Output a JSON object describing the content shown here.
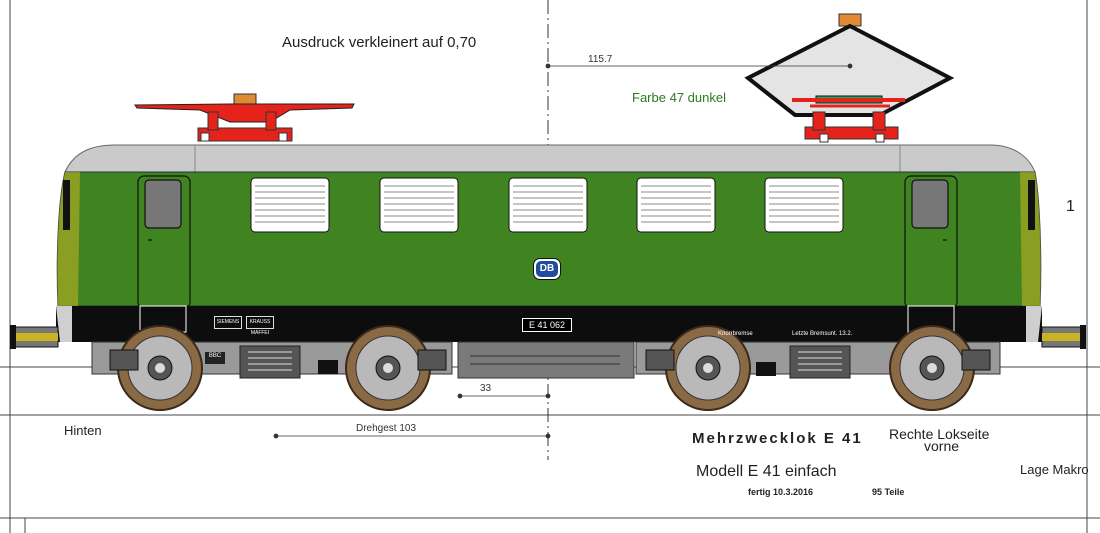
{
  "texts": {
    "ausdruck": "Ausdruck verkleinert auf 0,70",
    "farbe": "Farbe 47 dunkel",
    "dim_115": "115.7",
    "dim_33": "33",
    "drehgest": "Drehgest 103",
    "hinten": "Hinten",
    "title": "Mehrzwecklok E 41",
    "rechte": "Rechte Lokseite",
    "vorne": "vorne",
    "modell": "Modell E 41 einfach",
    "lage": "Lage Makro",
    "fertig": "fertig 10.3.2016",
    "teile": "95 Teile",
    "knorr": "Knorrbremse",
    "letzte": "Letzte Bremsunt. 13.2.",
    "number_plate": "E 41 062",
    "db_logo": "DB",
    "bbc": "BBC",
    "siemens": "SIEMENS",
    "maffei": "KRAUSS MAFFEI",
    "edge_digit": "1"
  },
  "colors": {
    "body_green": "#3f8420",
    "roof_grey": "#c9c9c9",
    "frame_black": "#0d0d0d",
    "pantograph_red": "#e6231b",
    "wheel_brown": "#8a6a44",
    "bogie_grey": "#6e6e6e",
    "shadow_yellow": "#c8b423"
  },
  "icons": {
    "pantograph_left": "pantograph-icon",
    "pantograph_right": "pantograph-icon",
    "db_logo": "db-logo-icon"
  }
}
